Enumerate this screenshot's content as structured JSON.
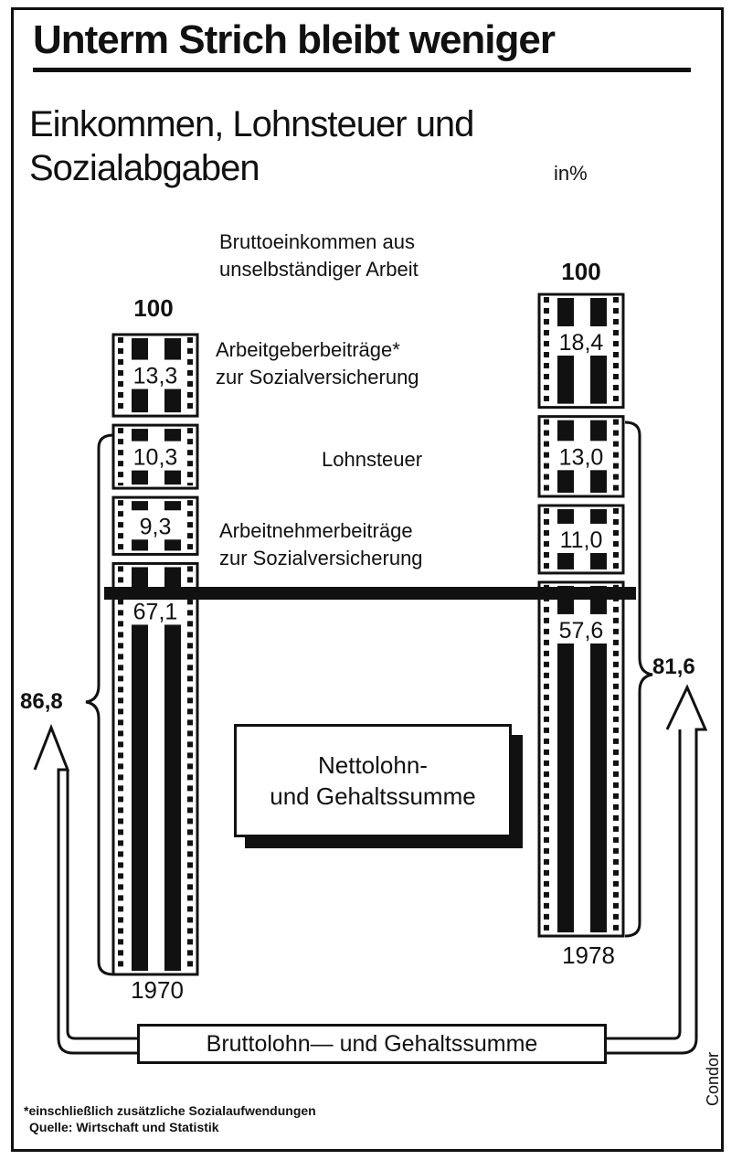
{
  "chart_data": {
    "type": "bar",
    "title": "Unterm Strich bleibt weniger",
    "subtitle": "Einkommen, Lohnsteuer und Sozialabgaben",
    "unit": "in%",
    "categories": [
      "1970",
      "1978"
    ],
    "totals": [
      "100",
      "100"
    ],
    "top_label": [
      "Bruttoeinkommen aus",
      "unselbständiger Arbeit"
    ],
    "series": [
      {
        "name": [
          "Arbeitgeberbeiträge*",
          "zur Sozialversicherung"
        ],
        "values": [
          13.3,
          18.4
        ],
        "labels": [
          "13,3",
          "18,4"
        ]
      },
      {
        "name": [
          "Lohnsteuer"
        ],
        "values": [
          10.3,
          13.0
        ],
        "labels": [
          "10,3",
          "13,0"
        ]
      },
      {
        "name": [
          "Arbeitnehmerbeiträge",
          "zur Sozialversicherung"
        ],
        "values": [
          9.3,
          11.0
        ],
        "labels": [
          "9,3",
          "11,0"
        ]
      },
      {
        "name": [
          "Nettolohn-",
          "und Gehaltssumme"
        ],
        "values": [
          67.1,
          57.6
        ],
        "labels": [
          "67,1",
          "57,6"
        ]
      }
    ],
    "brackets": [
      {
        "label": "86,8",
        "value": 86.8
      },
      {
        "label": "81,6",
        "value": 81.6
      }
    ],
    "bracket_name": "Bruttolohn— und Gehaltssumme"
  },
  "footnote": [
    "*einschließlich zusätzliche Sozialaufwendungen",
    "Quelle: Wirtschaft und Statistik"
  ],
  "credit": "Condor",
  "colors": {
    "ink": "#111111",
    "paper": "#ffffff"
  }
}
